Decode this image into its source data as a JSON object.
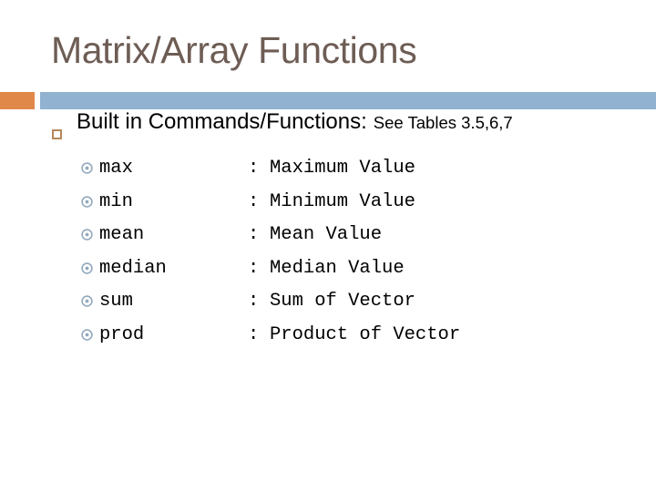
{
  "slide": {
    "title": "Matrix/Array Functions",
    "theme": {
      "title_color": "#6e5d55",
      "accent_orange": "#e0884a",
      "rule_blue": "#91b2d1",
      "square_bullet_color": "#b5885c",
      "dot_bullet_color": "#93a9be",
      "body_text_color": "#000000",
      "background": "#ffffff"
    },
    "heading": {
      "bullet_icon": "square-outline-bullet",
      "text": "Built in Commands/Functions:",
      "reference": "See Tables 3.5,6,7"
    },
    "functions": {
      "bullet_icon": "circled-dot-bullet",
      "separator": ":",
      "items": [
        {
          "name": "max",
          "description": "Maximum Value"
        },
        {
          "name": "min",
          "description": "Minimum Value"
        },
        {
          "name": "mean",
          "description": "Mean Value"
        },
        {
          "name": "median",
          "description": "Median Value"
        },
        {
          "name": "sum",
          "description": "Sum of Vector"
        },
        {
          "name": "prod",
          "description": "Product of Vector"
        }
      ]
    }
  }
}
